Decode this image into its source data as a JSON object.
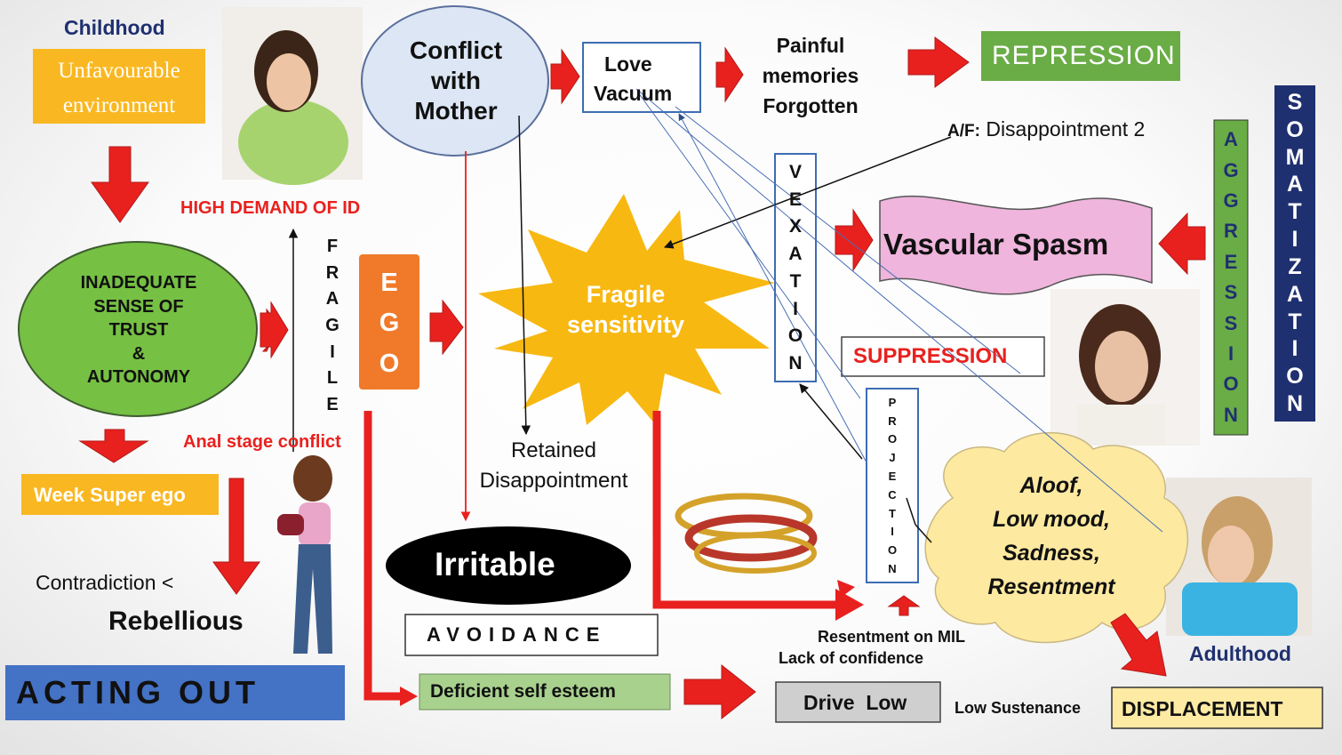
{
  "title": "",
  "nodes": {
    "childhood": "Childhood",
    "unfavourable": "Unfavourable environment",
    "high_demand": "HIGH DEMAND OF ID",
    "inadequate": [
      "INADEQUATE",
      "SENSE OF",
      "TRUST",
      "&",
      "AUTONOMY"
    ],
    "fragile_vertical": "FRAGILE",
    "ego_vertical": "EGO",
    "anal_stage": "Anal stage conflict",
    "week_super_ego": "Week Super ego",
    "contradiction": "Contradiction <",
    "rebellious": "Rebellious",
    "acting_out": "ACTING OUT",
    "conflict_mother": [
      "Conflict",
      "with",
      "Mother"
    ],
    "love_vacuum": [
      "Love",
      "Vacuum"
    ],
    "painful_memories": [
      "Painful",
      "memories",
      "Forgotten"
    ],
    "repression": "REPRESSION",
    "af_prefix": "A/F:",
    "af_text": " Disappointment 2",
    "vexation_vertical": "VEXATION",
    "vascular_spasm": "Vascular Spasm",
    "aggression_vertical": "AGGRESSION",
    "somatization_vertical": "SOMATIZATION",
    "fragile_sensitivity": [
      "Fragile",
      "sensitivity"
    ],
    "suppression": "SUPPRESSION",
    "projection_vertical": "PROJECTION",
    "retained_disappointment": [
      "Retained",
      "Disappointment"
    ],
    "irritable": "Irritable",
    "avoidance": "AVOIDANCE",
    "deficient_self_esteem": "Deficient self esteem",
    "drive_low": "Drive  Low",
    "low_sustenance": "Low Sustenance",
    "resentment_mil": "Resentment on MIL",
    "lack_confidence": "Lack of confidence",
    "cloud_text": [
      "Aloof,",
      "Low mood,",
      "Sadness,",
      "Resentment"
    ],
    "adulthood": "Adulthood",
    "displacement": "DISPLACEMENT"
  },
  "colors": {
    "arrow_red": "#e8211e",
    "navy": "#1f3070",
    "ego_orange": "#f07a2a",
    "green_ellipse": "#76c043",
    "star_yellow": "#f7b812",
    "cloud_yellow": "#fde9a0",
    "repression_green": "#6aac46",
    "acting_out_blue": "#4472c4",
    "pink_banner": "#efb5dc",
    "light_blue_ellipse": "#dce6f4"
  },
  "images": [
    "girl-crying-photo",
    "woman-dancing-illustration",
    "bangles-photo",
    "woman-headache-photo",
    "woman-sad-photo"
  ]
}
